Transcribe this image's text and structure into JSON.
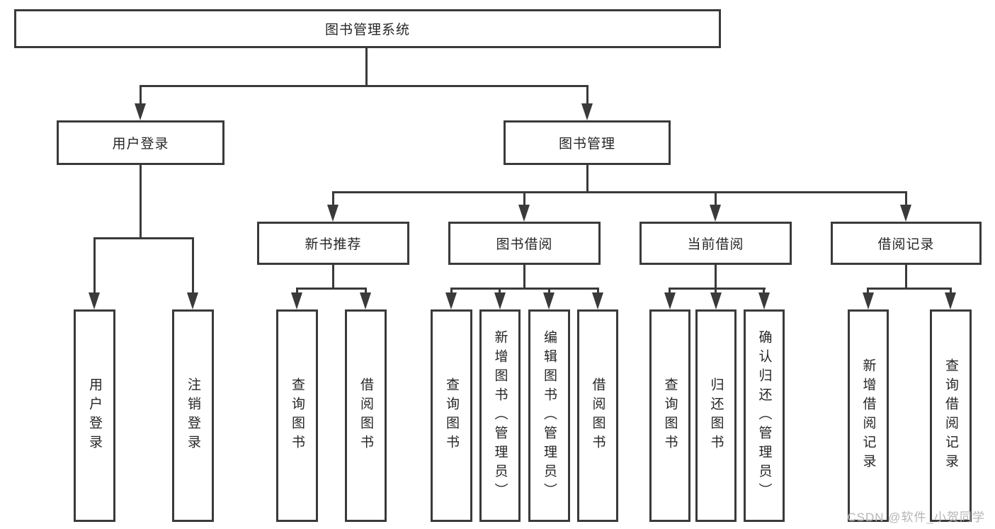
{
  "tree": {
    "label": "图书管理系统",
    "children": [
      {
        "label": "用户登录",
        "children": [
          {
            "label": "用户登录"
          },
          {
            "label": "注销登录"
          }
        ]
      },
      {
        "label": "图书管理",
        "children": [
          {
            "label": "新书推荐",
            "children": [
              {
                "label": "查询图书"
              },
              {
                "label": "借阅图书"
              }
            ]
          },
          {
            "label": "图书借阅",
            "children": [
              {
                "label": "查询图书"
              },
              {
                "label": "新增图书（管理员）"
              },
              {
                "label": "编辑图书（管理员）"
              },
              {
                "label": "借阅图书"
              }
            ]
          },
          {
            "label": "当前借阅",
            "children": [
              {
                "label": "查询图书"
              },
              {
                "label": "归还图书"
              },
              {
                "label": "确认归还（管理员）"
              }
            ]
          },
          {
            "label": "借阅记录",
            "children": [
              {
                "label": "新增借阅记录"
              },
              {
                "label": "查询借阅记录"
              }
            ]
          }
        ]
      }
    ]
  },
  "watermark": {
    "text": "CSDN @软件_小贺同学"
  },
  "colors": {
    "line": "#3a3a3a",
    "text": "#262626",
    "watermark": "#b5b5b5",
    "background": "#ffffff",
    "box_bg": "#ffffff"
  }
}
